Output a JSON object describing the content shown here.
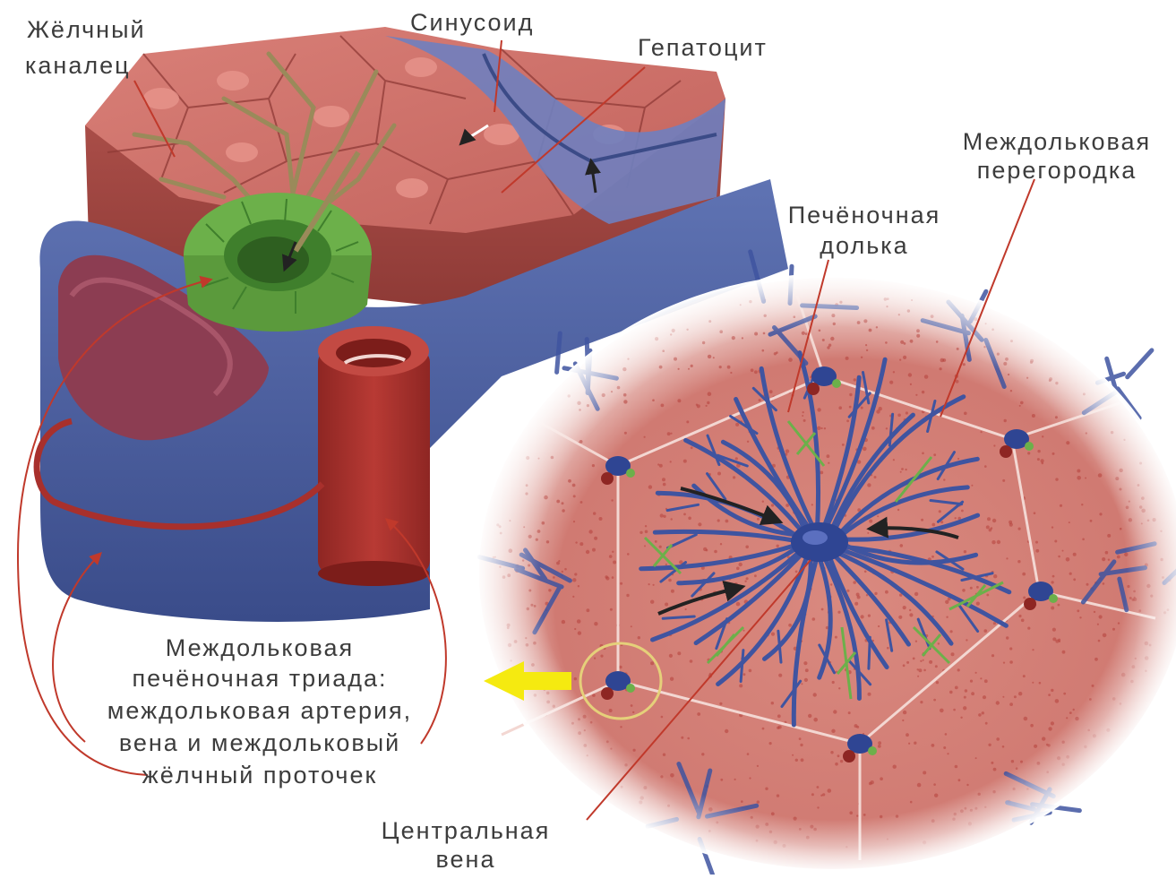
{
  "labels": {
    "bile_canaliculus_line1": "Жёлчный",
    "bile_canaliculus_line2": "каналец",
    "sinusoid": "Синусоид",
    "hepatocyte": "Гепатоцит",
    "septum_line1": "Междольковая",
    "septum_line2": "перегородка",
    "lobule_line1": "Печёночная",
    "lobule_line2": "долька",
    "triad_line1": "Междольковая",
    "triad_line2": "печёночная триада:",
    "triad_line3": "междольковая артерия,",
    "triad_line4": "вена и междольковый",
    "triad_line5": "жёлчный проточек",
    "central_vein_line1": "Центральная",
    "central_vein_line2": "вена"
  },
  "colors": {
    "hepatocyte": "#c8665f",
    "hepatocyte_dark": "#9c3f3c",
    "vein": "#4a5c99",
    "vein_dark": "#2f3f78",
    "artery": "#a8302c",
    "bile_duct": "#6cb04a",
    "lobule_tissue": "#d7857d",
    "pointer_line": "#c0392b",
    "arrow_yellow": "#f5ea10",
    "label_text": "#3c3c3c"
  }
}
